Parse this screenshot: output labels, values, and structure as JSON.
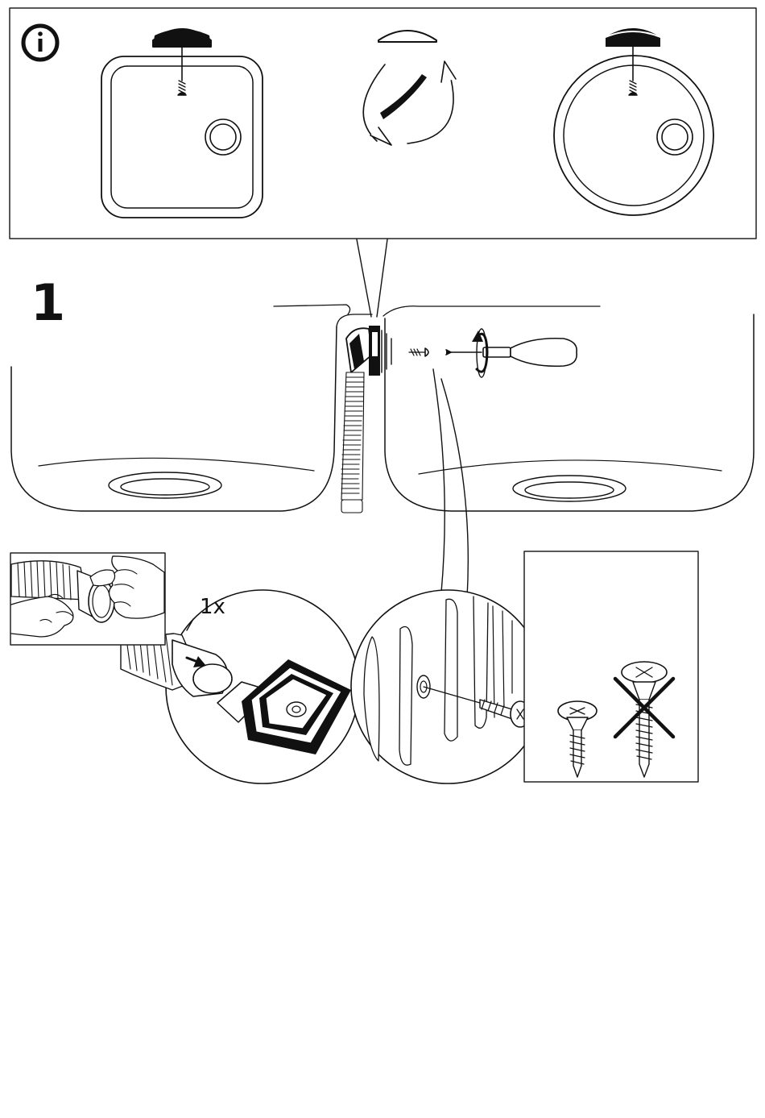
{
  "document": {
    "info_panel": {
      "icon": "info-icon"
    },
    "step": {
      "number": "1"
    },
    "hose_detail": {
      "quantity_label": "1x"
    },
    "screw_comparison": {
      "correct": "correct-screw",
      "incorrect": "incorrect-screw-crossed"
    }
  }
}
